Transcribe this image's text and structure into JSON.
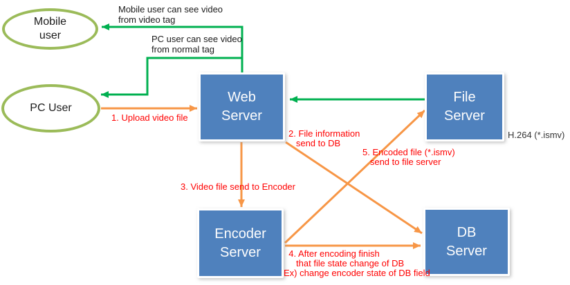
{
  "nodes": {
    "mobile_user": "Mobile\nuser",
    "pc_user": "PC User",
    "web_server": "Web\nServer",
    "file_server": "File\nServer",
    "encoder_server": "Encoder\nServer",
    "db_server": "DB\nServer"
  },
  "annotations": {
    "mobile_note": "Mobile user can see video\nfrom video tag",
    "pc_note": "PC user can see video\nfrom normal tag",
    "h264": "H.264 (*.ismv)",
    "step1": "1. Upload video file",
    "step2": "2. File information\n   send to DB",
    "step3": "3. Video file send to Encoder",
    "step4": "  4. After encoding finish\n     that file state change of DB\nEx) change encoder state of DB field",
    "step5": "5. Encoded file (*.ismv)\n   send to file server"
  },
  "colors": {
    "server_fill": "#4F81BD",
    "actor_border": "#9BBB59",
    "flow_arrow_orange": "#F79646",
    "view_arrow_green": "#00B050",
    "step_text_red": "#FF0000",
    "note_text_black": "#1A1A1A"
  }
}
